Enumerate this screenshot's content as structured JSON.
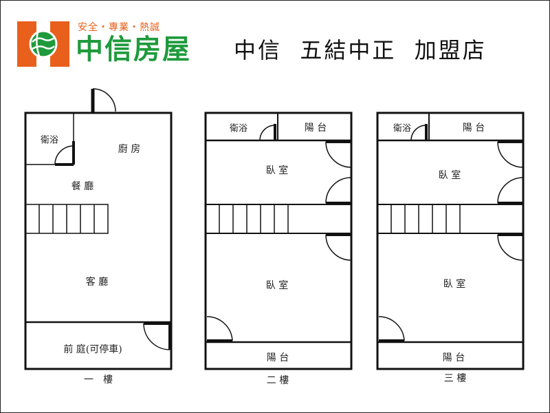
{
  "brand": {
    "slogan": "安全・專業・熱誠",
    "name": "中信房屋",
    "icon": "globe-house-icon",
    "colors": {
      "orange": "#e8601c",
      "green": "#1f9a3c"
    }
  },
  "store_title": "中信  五結中正  加盟店",
  "floors": {
    "first": {
      "caption": "一　樓",
      "rooms": {
        "bath": "衛浴",
        "kitchen": "廚 房",
        "dining": "餐 廳",
        "living": "客 廳",
        "front_yard": "前 庭(可停車)"
      }
    },
    "second": {
      "caption": "二 樓",
      "rooms": {
        "bath": "衛浴",
        "balcony_top": "陽 台",
        "bedroom_top": "臥 室",
        "bedroom_main": "臥 室",
        "balcony_bottom": "陽 台"
      }
    },
    "third": {
      "caption": "三 樓",
      "rooms": {
        "bath": "衛浴",
        "balcony_top": "陽 台",
        "bedroom_top": "臥 室",
        "bedroom_main": "臥 室",
        "balcony_bottom": "陽 台"
      }
    }
  }
}
